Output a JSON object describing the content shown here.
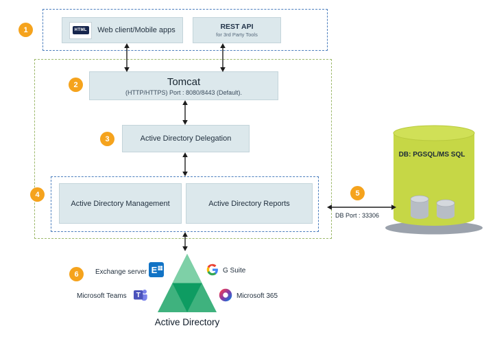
{
  "badges": {
    "one": "1",
    "two": "2",
    "three": "3",
    "four": "4",
    "five": "5",
    "six": "6"
  },
  "top": {
    "web_client": {
      "label": "Web client/Mobile apps",
      "icon_text": "HTML"
    },
    "rest_api": {
      "title": "REST API",
      "subtitle": "for 3rd Party Tools"
    }
  },
  "middle": {
    "tomcat": {
      "title": "Tomcat",
      "subtitle": "(HTTP/HTTPS) Port : 8080/8443 (Default)."
    },
    "delegation": {
      "label": "Active Directory Delegation"
    },
    "management": {
      "label": "Active Directory Management"
    },
    "reports": {
      "label": "Active Directory Reports"
    }
  },
  "database": {
    "label": "DB: PGSQL/MS SQL",
    "port_label": "DB Port : 33306"
  },
  "integrations": {
    "exchange": {
      "label": "Exchange server"
    },
    "gsuite": {
      "label": "G Suite"
    },
    "teams": {
      "label": "Microsoft Teams"
    },
    "m365": {
      "label": "Microsoft 365"
    }
  },
  "active_directory": {
    "label": "Active Directory"
  },
  "icons": {
    "exchange_letter": "E",
    "teams_letter": "T"
  },
  "colors": {
    "badge_orange": "#F5A31D",
    "box_fill": "#DCE8EC",
    "dashed_blue": "#4A7DBD",
    "dashed_green": "#9CB86A",
    "db_cylinder": "#C6D746",
    "ad_green": "#3FB27E"
  }
}
